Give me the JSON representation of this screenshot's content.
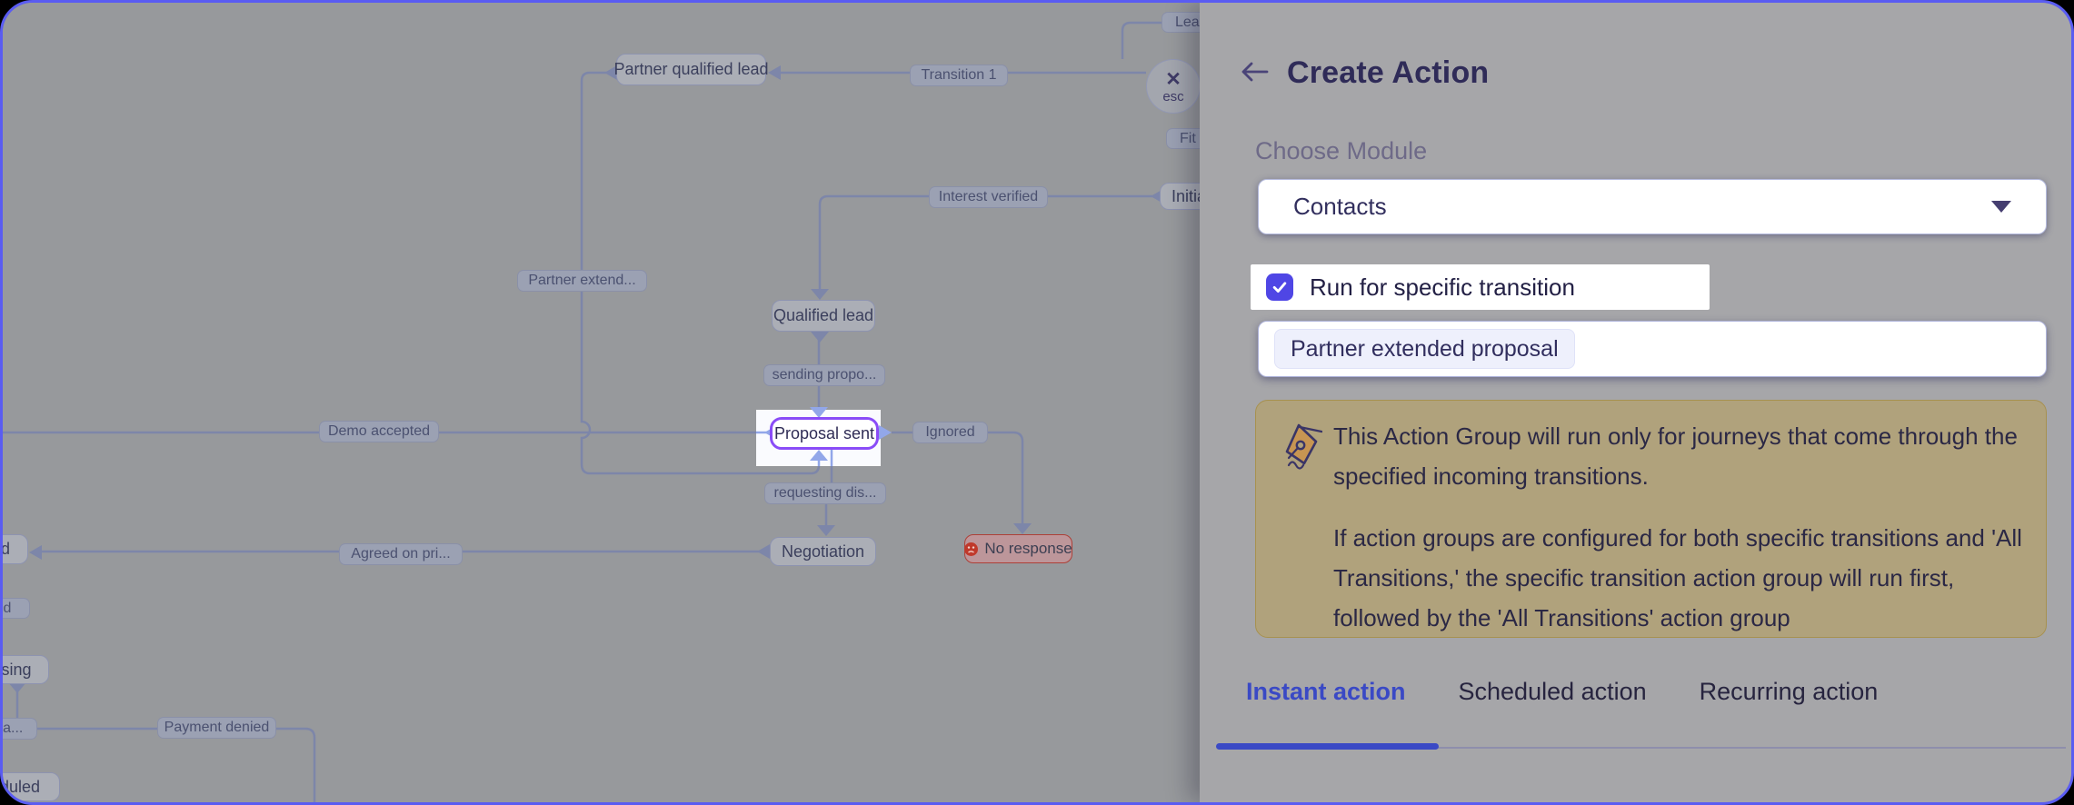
{
  "colors": {
    "window_border": "#5a5cf2",
    "accent_indigo": "#4f46e5",
    "highlight_purple": "#8a4cf7",
    "active_tab_blue": "#3a49c5",
    "error_red": "#ad4038",
    "info_bg": "#b0a27c"
  },
  "canvas": {
    "esc_button": {
      "close_glyph": "✕",
      "label": "esc"
    },
    "state_nodes": [
      {
        "label": "Partner qualified lead"
      },
      {
        "label": "Qualified lead"
      },
      {
        "label": "Proposal sent"
      },
      {
        "label": "Negotiation"
      },
      {
        "label": "No response"
      },
      {
        "label": "Initia"
      },
      {
        "label": "d"
      },
      {
        "label": "ssing"
      },
      {
        "label": "duled"
      }
    ],
    "transition_labels": [
      {
        "label": "Transition 1"
      },
      {
        "label": "Interest verified"
      },
      {
        "label": "Partner extend..."
      },
      {
        "label": "sending propo..."
      },
      {
        "label": "Demo accepted"
      },
      {
        "label": "Ignored"
      },
      {
        "label": "requesting dis..."
      },
      {
        "label": "Agreed on pri..."
      },
      {
        "label": "Payment denied"
      },
      {
        "label": "sta..."
      },
      {
        "label": "d"
      },
      {
        "label": "Lea"
      },
      {
        "label": "Fit"
      }
    ]
  },
  "panel": {
    "title": "Create Action",
    "choose_module_label": "Choose Module",
    "module_select": {
      "value": "Contacts"
    },
    "specific_transition_checkbox": {
      "checked": true,
      "label": "Run for specific transition"
    },
    "selected_transition_tag": "Partner extended proposal",
    "info_box": {
      "paragraph_1": "This Action Group will run only for journeys that come through the specified incoming transitions.",
      "paragraph_2": "If action groups are configured for both specific transitions and 'All Transitions,' the specific transition action group will run first, followed by the 'All Transitions' action group"
    },
    "tabs": [
      {
        "label": "Instant action",
        "active": true
      },
      {
        "label": "Scheduled action",
        "active": false
      },
      {
        "label": "Recurring action",
        "active": false
      }
    ]
  }
}
